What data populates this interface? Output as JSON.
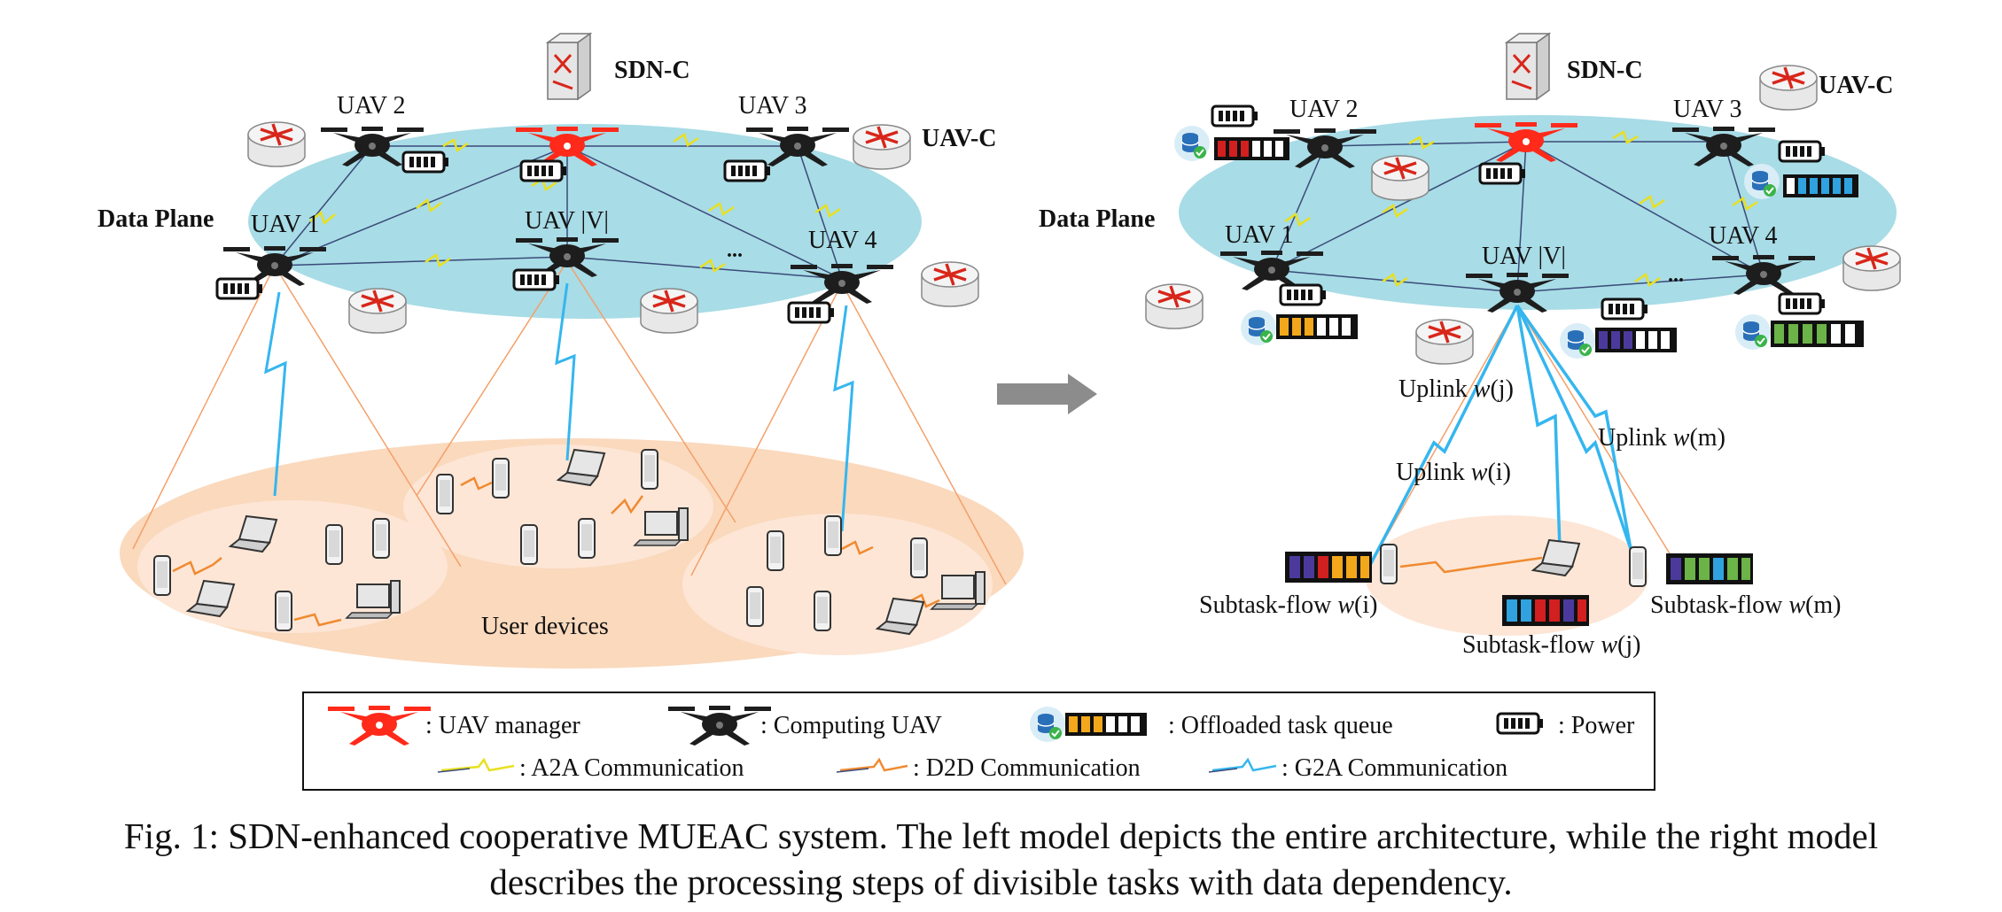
{
  "labels": {
    "sdn_c": "SDN-C",
    "uav_c": "UAV-C",
    "data_plane": "Data Plane",
    "user_devices": "User devices",
    "uav1": "UAV 1",
    "uav2": "UAV 2",
    "uav3": "UAV 3",
    "uav4": "UAV 4",
    "uav_v": "UAV |V|",
    "dots": "...",
    "uplink_prefix": "Uplink ",
    "w_i": "w",
    "paren_i": "(i)",
    "paren_j": "(j)",
    "paren_m": "(m)",
    "subtask_prefix": "Subtask-flow "
  },
  "legend": {
    "uav_manager": ": UAV manager",
    "computing_uav": ": Computing UAV",
    "task_queue": ": Offloaded task queue",
    "power": ": Power",
    "a2a": ": A2A Communication",
    "d2d": ": D2D Communication",
    "g2a": ": G2A Communication"
  },
  "caption": {
    "line1": "Fig. 1: SDN-enhanced cooperative MUEAC system. The left model depicts the entire architecture, while the right model",
    "line2": "describes the processing steps of divisible tasks with data dependency."
  },
  "colors": {
    "plane": "#a8dce6",
    "user_area": "#f8c9a6",
    "manager": "#ff2a1a",
    "uav": "#1d1d1d",
    "a2a": "#e8e020",
    "d2d": "#f08a30",
    "g2a": "#35b6ef",
    "queue_red": "#d21f1f",
    "queue_blue": "#2fa2df",
    "queue_orange": "#f2a81a",
    "queue_purple": "#4b3a9c",
    "queue_green": "#6cb348"
  }
}
